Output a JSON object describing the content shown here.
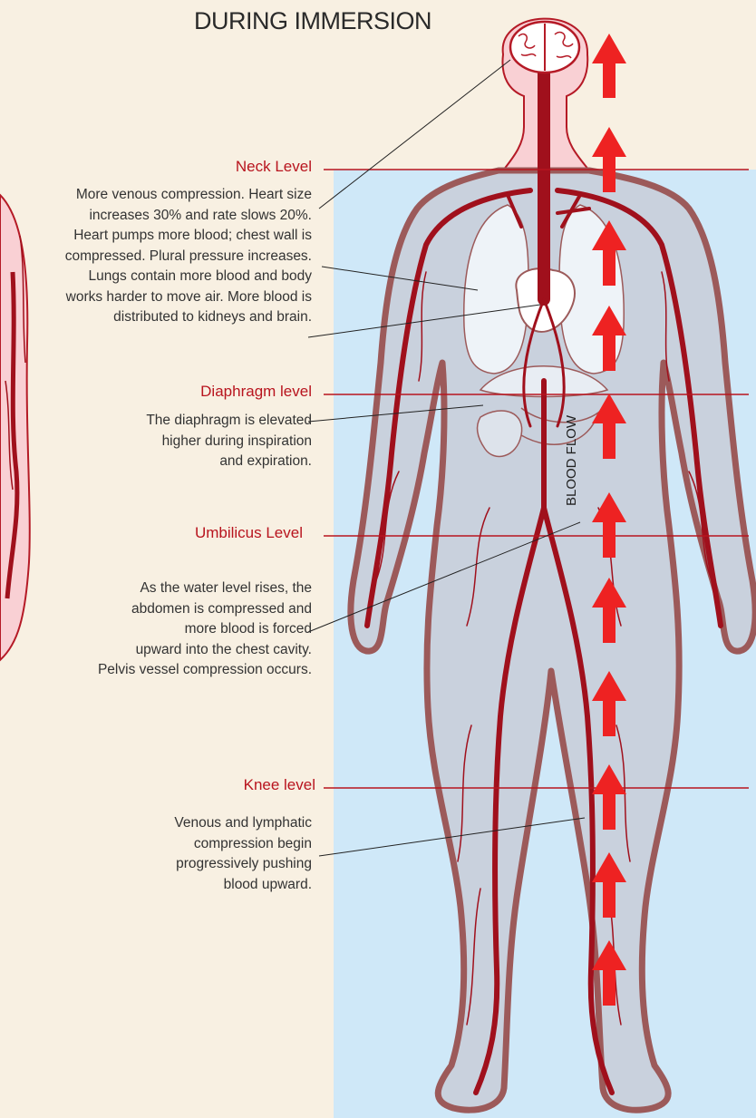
{
  "title": "DURING IMMERSION",
  "flow_label": "BLOOD FLOW",
  "levels": [
    {
      "label": "Neck Level",
      "lines": [
        "More venous compression. Heart size",
        "increases 30% and rate slows 20%.",
        "Heart pumps more blood; chest wall is",
        "compressed. Plural pressure increases.",
        "Lungs contain more blood and  body",
        "works harder to move air. More blood is",
        "distributed to kidneys and brain."
      ]
    },
    {
      "label": "Diaphragm level",
      "lines": [
        "The diaphragm is elevated",
        "higher during inspiration",
        "and expiration."
      ]
    },
    {
      "label": "Umbilicus Level",
      "lines": [
        "As the water level rises, the",
        "abdomen is compressed and",
        "more blood is forced",
        "upward into the chest cavity.",
        "Pelvis vessel compression occurs."
      ]
    },
    {
      "label": "Knee level",
      "lines": [
        "Venous and lymphatic",
        "compression begin",
        "progressively pushing",
        "blood upward."
      ]
    }
  ],
  "colors": {
    "background": "#f8f0e2",
    "water": "#cfe8f8",
    "level_red": "#b8141e",
    "arrow_red": "#ee2222",
    "vessel": "#a0101c",
    "body_outline": "#9c5a5a",
    "body_fill": "#c8ccd8",
    "head_fill": "#f9d0d4"
  }
}
